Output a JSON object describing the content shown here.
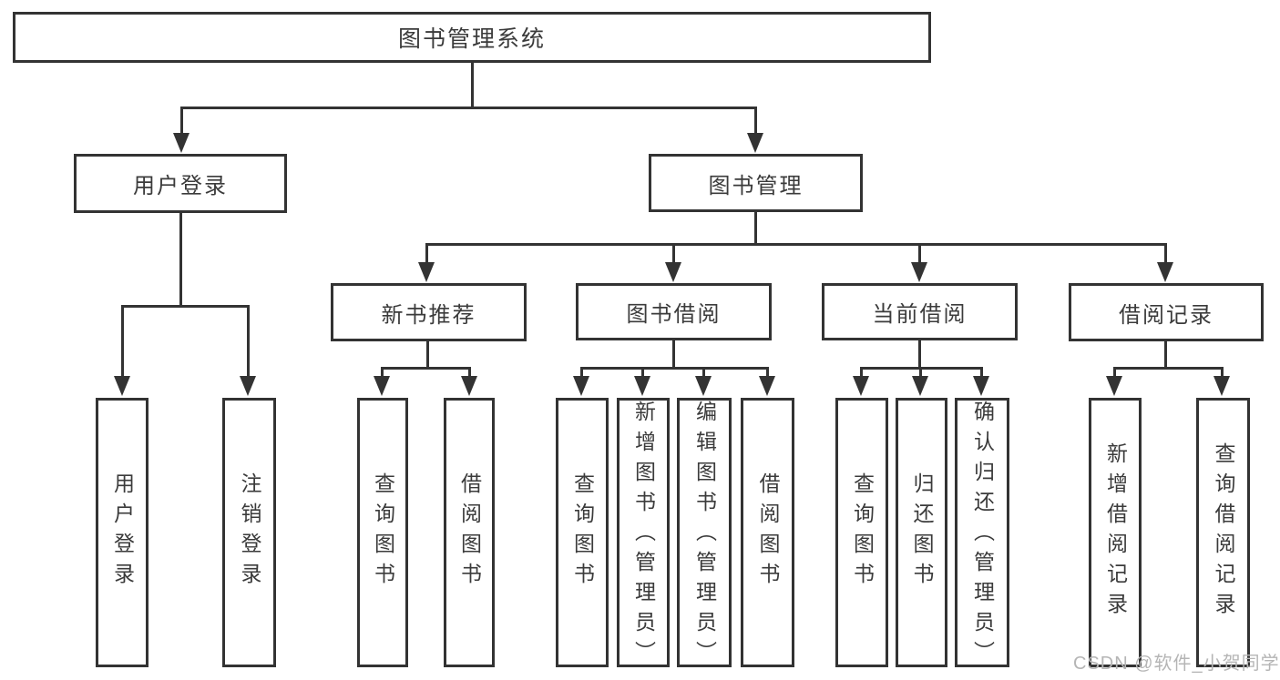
{
  "tree": {
    "root": {
      "label": "图书管理系统",
      "children": [
        {
          "label": "用户登录",
          "children": [
            {
              "label": "用户登录"
            },
            {
              "label": "注销登录"
            }
          ]
        },
        {
          "label": "图书管理",
          "children": [
            {
              "label": "新书推荐",
              "children": [
                {
                  "label": "查询图书"
                },
                {
                  "label": "借阅图书"
                }
              ]
            },
            {
              "label": "图书借阅",
              "children": [
                {
                  "label": "查询图书"
                },
                {
                  "label": "新增图书（管理员）"
                },
                {
                  "label": "编辑图书（管理员）"
                },
                {
                  "label": "借阅图书"
                }
              ]
            },
            {
              "label": "当前借阅",
              "children": [
                {
                  "label": "查询图书"
                },
                {
                  "label": "归还图书"
                },
                {
                  "label": "确认归还（管理员）"
                }
              ]
            },
            {
              "label": "借阅记录",
              "children": [
                {
                  "label": "新增借阅记录"
                },
                {
                  "label": "查询借阅记录"
                }
              ]
            }
          ]
        }
      ]
    }
  },
  "watermark": {
    "text": "CSDN @软件_小贺同学"
  },
  "colors": {
    "line": "#333333",
    "text": "#3b3b3b",
    "watermark": "#b5b5b5",
    "background": "#ffffff"
  }
}
